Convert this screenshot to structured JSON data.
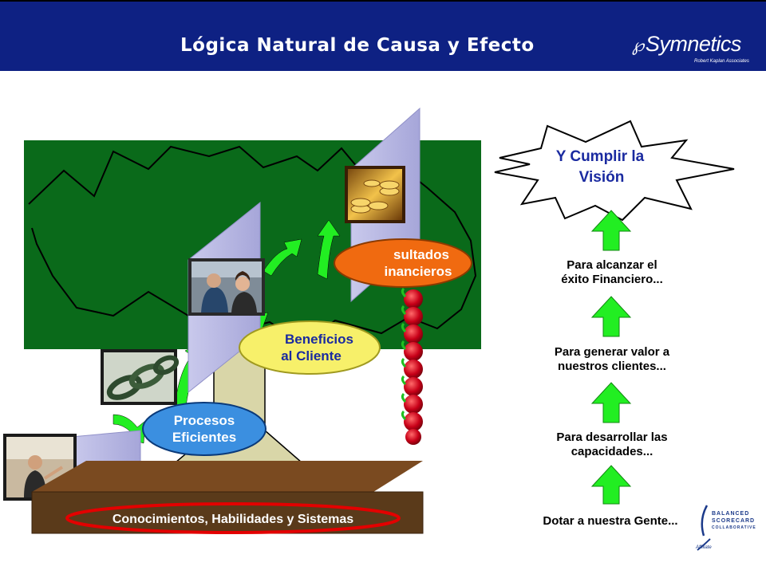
{
  "header": {
    "title": "Lógica Natural de Causa y Efecto",
    "logo_text": "Symnetics",
    "logo_tagline": "Robert Kaplan Associates"
  },
  "diagram": {
    "base_label": "Conocimientos, Habilidades y Sistemas",
    "node_procesos_line1": "Procesos",
    "node_procesos_line2": "Eficientes",
    "node_clientes_line1": "Beneficios",
    "node_clientes_line2": "al Cliente",
    "node_financieros_line1": "sultados",
    "node_financieros_line2": "inancieros",
    "vision_line1": "Y Cumplir la",
    "vision_line2": "Visión"
  },
  "steps": [
    {
      "line1": "Para alcanzar el",
      "line2": "éxito Financiero..."
    },
    {
      "line1": "Para generar valor a",
      "line2": "nuestros clientes..."
    },
    {
      "line1": "Para desarrollar las",
      "line2": "capacidades..."
    },
    {
      "line1": "Dotar a nuestra Gente...",
      "line2": ""
    }
  ],
  "badge": {
    "line1": "BALANCED",
    "line2": "SCORECARD",
    "line3": "COLLABORATIVE",
    "affiliate": "Affiliate"
  },
  "colors": {
    "header_bg": "#0e2183",
    "canopy": "#0a6a1a",
    "arrow_green": "#22ee22",
    "trunk_base": "#5a3a1a",
    "accent_red": "#e30000"
  },
  "icons": [
    "coins-photo",
    "people-photo",
    "chain-photo",
    "teacher-photo",
    "apple-chain"
  ]
}
